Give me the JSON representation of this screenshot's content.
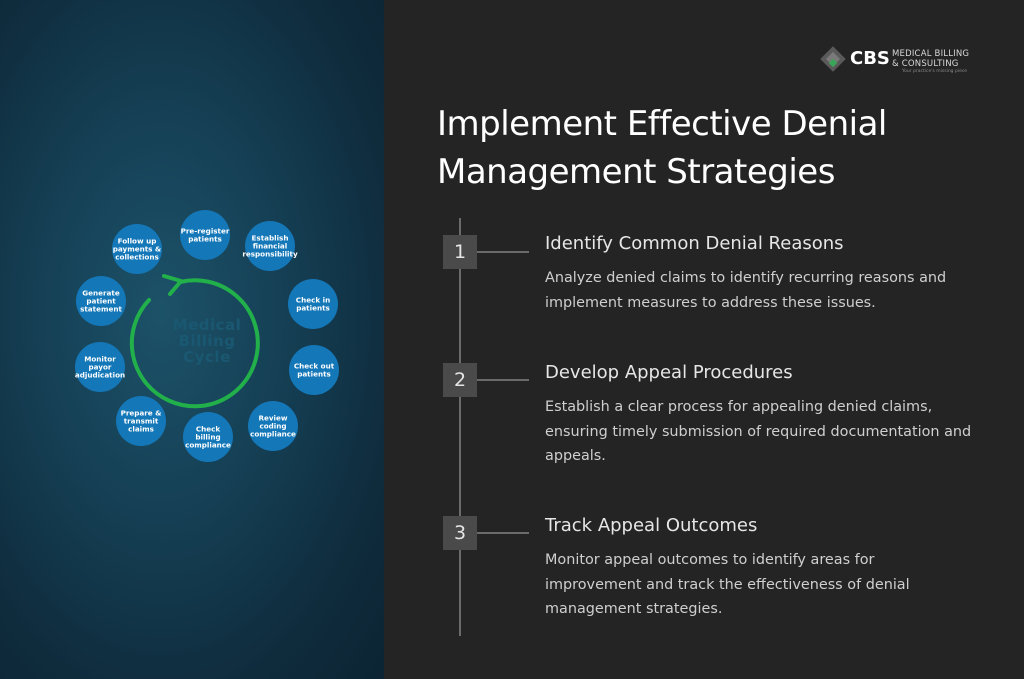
{
  "cycle": {
    "center_lines": [
      "Medical",
      "Billing",
      "Cycle"
    ],
    "nodes": [
      {
        "label": [
          "Pre-register",
          "patients"
        ]
      },
      {
        "label": [
          "Establish",
          "financial",
          "responsibility"
        ]
      },
      {
        "label": [
          "Check in",
          "patients"
        ]
      },
      {
        "label": [
          "Check out",
          "patients"
        ]
      },
      {
        "label": [
          "Review",
          "coding",
          "compliance"
        ]
      },
      {
        "label": [
          "Check",
          "billing",
          "compliance"
        ]
      },
      {
        "label": [
          "Prepare &",
          "transmit",
          "claims"
        ]
      },
      {
        "label": [
          "Monitor",
          "payor",
          "adjudication"
        ]
      },
      {
        "label": [
          "Generate",
          "patient",
          "statement"
        ]
      },
      {
        "label": [
          "Follow up",
          "payments &",
          "collections"
        ]
      }
    ],
    "colors": {
      "node": "#1477b8",
      "arrow": "#22b04b"
    }
  },
  "logo": {
    "mark": "CBS",
    "line1": "MEDICAL BILLING",
    "line2": "& CONSULTING",
    "tagline": "Your practice's missing piece"
  },
  "title": {
    "line1": "Implement Effective Denial",
    "line2": "Management Strategies"
  },
  "steps": [
    {
      "number": "1",
      "title": "Identify Common Denial Reasons",
      "description": "Analyze denied claims to identify recurring reasons and implement measures to address these issues."
    },
    {
      "number": "2",
      "title": "Develop Appeal Procedures",
      "description": "Establish a clear process for appealing denied claims, ensuring timely submission of required documentation and appeals."
    },
    {
      "number": "3",
      "title": "Track Appeal Outcomes",
      "description": "Monitor appeal outcomes to identify areas for improvement and track the effectiveness of denial management strategies."
    }
  ]
}
